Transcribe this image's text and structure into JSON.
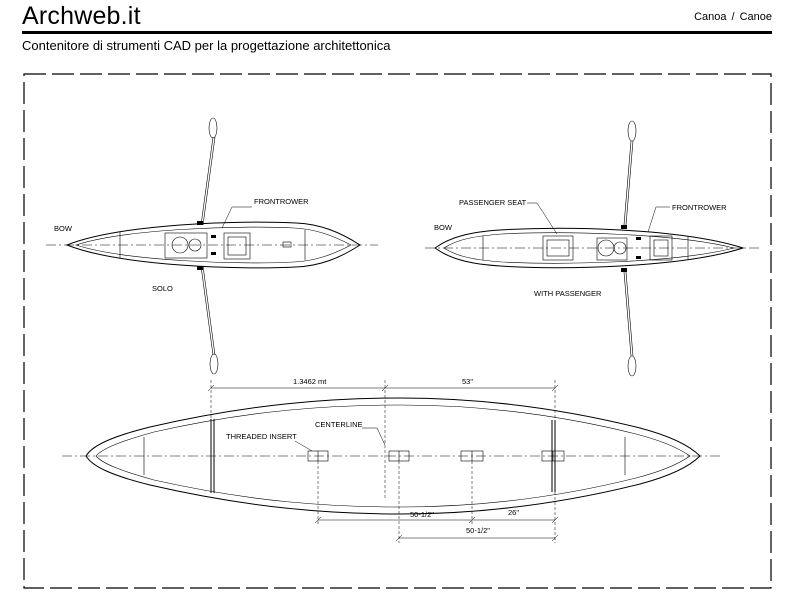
{
  "header": {
    "brand": "Archweb.it",
    "breadcrumb": [
      "Canoa",
      "Canoe"
    ],
    "breadcrumb_separator": "/",
    "subtitle": "Contenitore di strumenti CAD per la progettazione architettonica"
  },
  "drawing": {
    "solo": {
      "bow": "BOW",
      "frontrower": "FRONTROWER",
      "caption": "SOLO"
    },
    "passenger": {
      "bow": "BOW",
      "passenger_seat": "PASSENGER SEAT",
      "frontrower": "FRONTROWER",
      "caption": "WITH PASSENGER"
    },
    "plan": {
      "dim_metric": "1.3462  mt",
      "dim_53": "53\"",
      "threaded_insert": "THREADED INSERT",
      "centerline": "CENTERLINE",
      "dim_50a": "50-1/2\"",
      "dim_26": "26\"",
      "dim_50b": "50-1/2\""
    }
  },
  "colors": {
    "line": "#000000",
    "background": "#ffffff"
  }
}
